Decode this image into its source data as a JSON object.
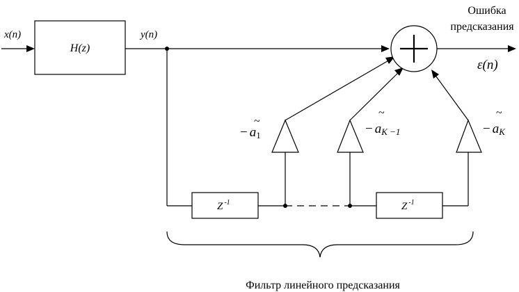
{
  "labels": {
    "x_in": "x(n)",
    "y_out": "y(n)",
    "h_block": "H(z)",
    "error_title_line1": "Ошибка",
    "error_title_line2": "предсказания",
    "epsilon": "ε(n)",
    "delay_1": "Z",
    "delay_2": "Z",
    "delay_exp": "-1",
    "coef_1_sign": "−",
    "coef_1_tilde": "~",
    "coef_1_var": "a",
    "coef_1_sub": "1",
    "coef_2_sign": "−",
    "coef_2_tilde": "~",
    "coef_2_var": "a",
    "coef_2_sub": "K −1",
    "coef_3_sign": "−",
    "coef_3_tilde": "~",
    "coef_3_var": "a",
    "coef_3_sub": "K",
    "filter_caption": "Фильтр линейного предсказания"
  }
}
